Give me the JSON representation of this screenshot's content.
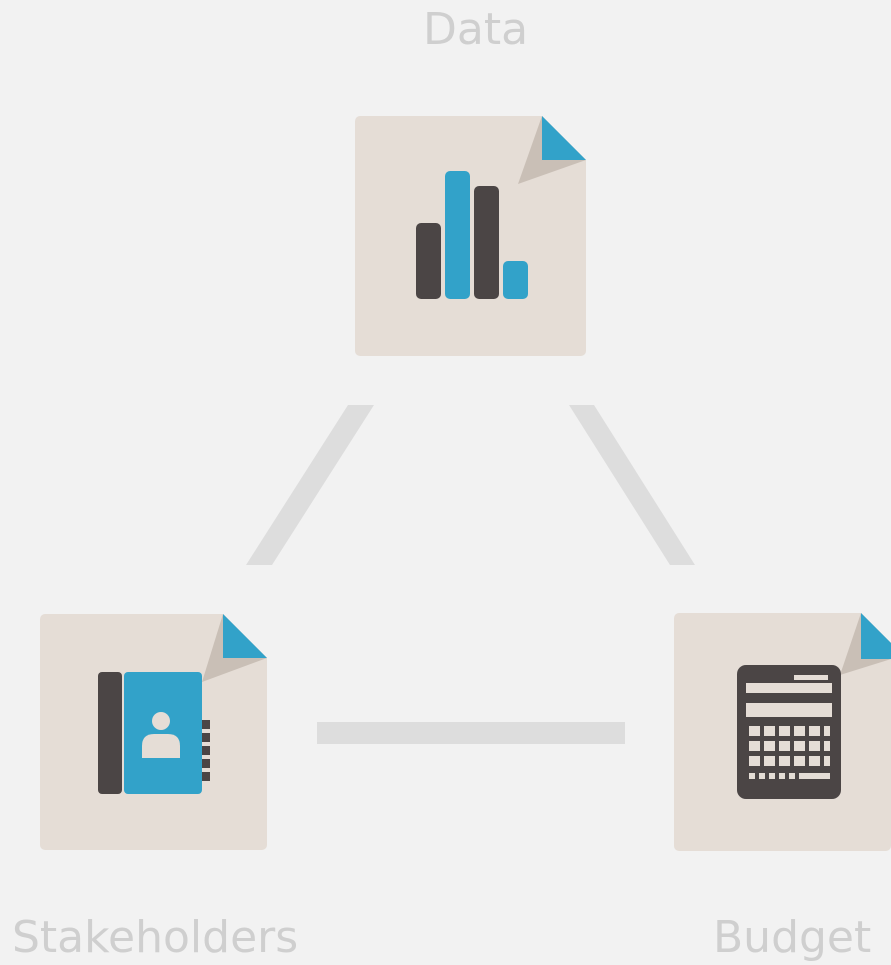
{
  "nodes": {
    "data": {
      "label": "Data",
      "icon": "bar-chart-icon"
    },
    "stakeholders": {
      "label": "Stakeholders",
      "icon": "address-book-icon"
    },
    "budget": {
      "label": "Budget",
      "icon": "calculator-icon"
    }
  },
  "colors": {
    "background": "#f2f2f2",
    "card": "#e5ddd6",
    "accent_blue": "#32a2c9",
    "dark": "#4b4545",
    "fold": "#c9bfb6",
    "connector": "#dddddd",
    "label_text": "#cfcfcf"
  }
}
